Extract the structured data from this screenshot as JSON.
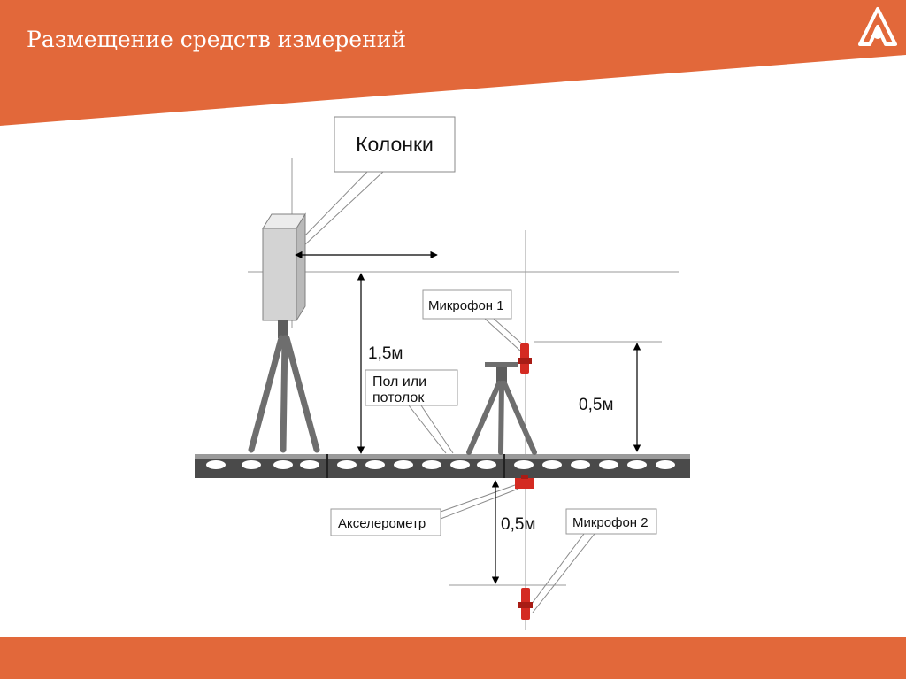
{
  "slide": {
    "title": "Размещение средств измерений",
    "accent_color": "#e2683a"
  },
  "diagram": {
    "labels": {
      "speakers": "Колонки",
      "height_speaker": "1,5м",
      "floor_ceiling_line1": "Пол или",
      "floor_ceiling_line2": "потолок",
      "microphone_1": "Микрофон 1",
      "height_mic1": "0,5м",
      "accelerometer": "Акселерометр",
      "depth_mic2": "0,5м",
      "microphone_2": "Микрофон 2"
    },
    "icons": {
      "logo": "company-logo-icon"
    },
    "colors": {
      "sensor": "#d42b22",
      "speaker": "#d3d3d3",
      "tripod": "#6e6e6e",
      "slab": "#4a4a4a"
    }
  }
}
